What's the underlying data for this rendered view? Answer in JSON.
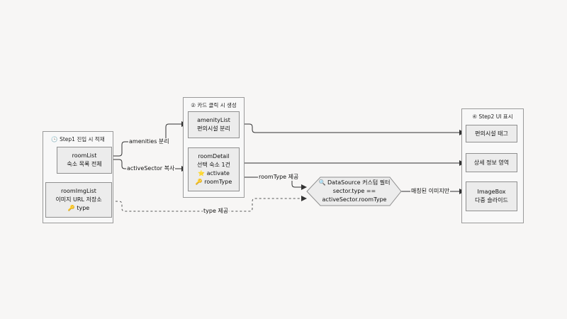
{
  "groups": {
    "step1": {
      "title": "🕒 Step1 진입 시 적재"
    },
    "card_click": {
      "title": "② 카드 클릭 시 생성"
    },
    "step2": {
      "title": "④ Step2 UI 표시"
    }
  },
  "nodes": {
    "room_list": {
      "line1": "roomList",
      "line2": "숙소 목록 전체"
    },
    "room_img_list": {
      "line1": "roomImgList",
      "line2": "이미지 URL 저장소",
      "line3": "🔑 type"
    },
    "amenity_list": {
      "line1": "amenityList",
      "line2": "편의시설 분리"
    },
    "room_detail": {
      "line1": "roomDetail",
      "line2": "선택 숙소 1건",
      "line3": "⭐ activate",
      "line4": "🔑 roomType"
    },
    "datasource_filter": {
      "line1": "🔍 DataSource 커스텀 필터",
      "line2": "sector.type ==",
      "line3": "activeSector.roomType"
    },
    "amenity_tag": {
      "line1": "편의시설 태그"
    },
    "detail_area": {
      "line1": "상세 정보 영역"
    },
    "image_box": {
      "line1": "ImageBox",
      "line2": "다중 슬라이드"
    }
  },
  "edges": {
    "amenities_split": "amenities 분리",
    "active_sector_copy": "activeSector 복사",
    "room_type_provide": "roomType 제공",
    "type_provide": "type 제공",
    "matched_images": "매칭된 이미지만"
  }
}
